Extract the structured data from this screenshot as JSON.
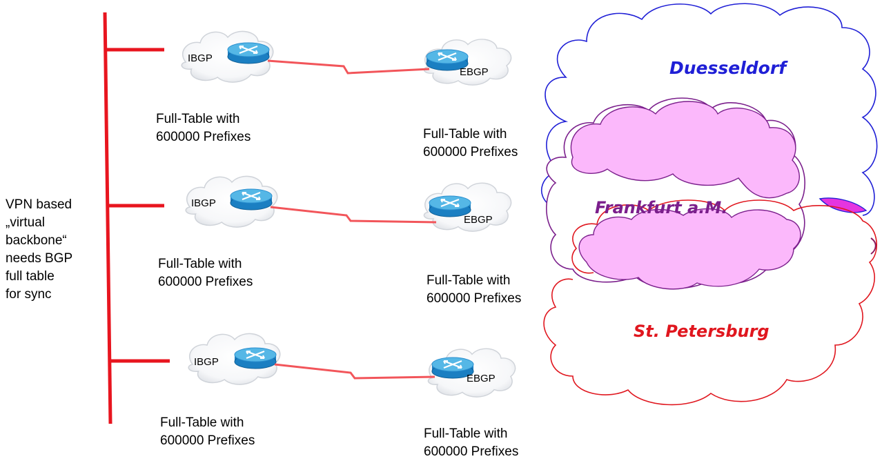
{
  "side_note": "VPN based\n„virtual\nbackbone“\nneeds BGP\nfull table\nfor sync",
  "rows": [
    {
      "ibgp": {
        "label": "IBGP",
        "table_line1": "Full-Table with",
        "table_line2": "600000 Prefixes"
      },
      "ebgp": {
        "label": "EBGP",
        "table_line1": "Full-Table with",
        "table_line2": "600000 Prefixes"
      }
    },
    {
      "ibgp": {
        "label": "IBGP",
        "table_line1": "Full-Table with",
        "table_line2": "600000 Prefixes"
      },
      "ebgp": {
        "label": "EBGP",
        "table_line1": "Full-Table with",
        "table_line2": "600000 Prefixes"
      }
    },
    {
      "ibgp": {
        "label": "IBGP",
        "table_line1": "Full-Table with",
        "table_line2": "600000 Prefixes"
      },
      "ebgp": {
        "label": "EBGP",
        "table_line1": "Full-Table with",
        "table_line2": "600000 Prefixes"
      }
    }
  ],
  "sites": [
    {
      "name": "Duesseldorf",
      "color": "#1f1fd6"
    },
    {
      "name": "Frankfurt a.M.",
      "color": "#7b1f8c"
    },
    {
      "name": "St. Petersburg",
      "color": "#e0161e"
    }
  ],
  "colors": {
    "backbone": "#e8151f",
    "link": "#f2555a",
    "router_top": "#55b7e6",
    "router_body": "#1b7fc2",
    "frankfurt_fill": "#fbb8fb"
  }
}
